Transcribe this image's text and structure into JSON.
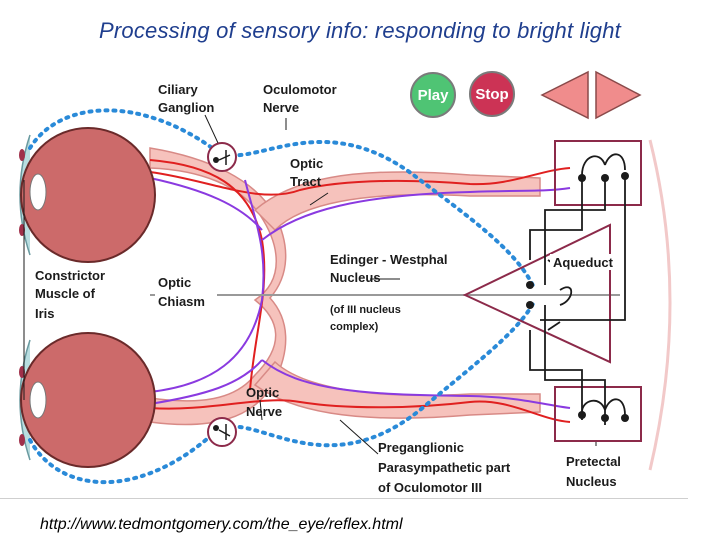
{
  "slide": {
    "title": "Processing of sensory info: responding to bright light",
    "source_url": "http://www.tedmontgomery.com/the_eye/reflex.html"
  },
  "controls": {
    "play_label": "Play",
    "stop_label": "Stop",
    "play_color": "#4fc474",
    "stop_color": "#cc3355",
    "nav_color": "#f08c8c"
  },
  "labels": {
    "ciliary_ganglion": [
      "Ciliary",
      "Ganglion"
    ],
    "oculomotor_nerve": [
      "Oculomotor",
      "Nerve"
    ],
    "optic_tract": [
      "Optic",
      "Tract"
    ],
    "edinger_westphal": [
      "Edinger - Westphal",
      "Nucleus"
    ],
    "iii_complex": [
      "(of III nucleus",
      "complex)"
    ],
    "aqueduct": "Aqueduct",
    "constrictor": [
      "Constrictor",
      "Muscle of",
      "Iris"
    ],
    "optic_chiasm": [
      "Optic",
      "Chiasm"
    ],
    "optic_nerve": [
      "Optic",
      "Nerve"
    ],
    "preganglionic": [
      "Preganglionic",
      "Parasympathetic part",
      "of Oculomotor III"
    ],
    "pretectal": [
      "Pretectal",
      "Nucleus"
    ]
  },
  "colors": {
    "eyeball": "#cc6a6a",
    "nerve_pink": "#f6c2bc",
    "red_pathway": "#e02020",
    "purple_pathway": "#8a3ae0",
    "dotted_blue": "#2a8ad8",
    "brainstem_box": "#8c2a4a"
  }
}
